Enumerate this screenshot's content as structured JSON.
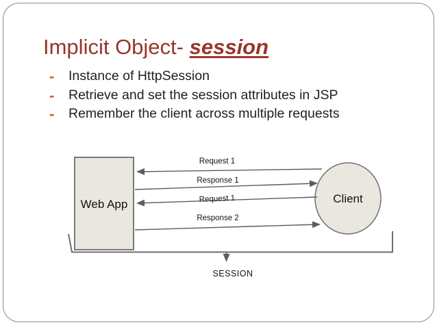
{
  "slide": {
    "title_prefix": "Implicit Object- ",
    "title_emphasis": "session",
    "bullet_marker": "-",
    "bullets": [
      "Instance of HttpSession",
      "Retrieve and set the session attributes in JSP",
      "Remember the client across multiple requests"
    ]
  },
  "diagram": {
    "web_app_label": "Web App",
    "client_label": "Client",
    "arrow_labels": [
      "Request 1",
      "Response 1",
      "Request 1",
      "Response 2"
    ],
    "session_label": "SESSION"
  },
  "colors": {
    "title_text": "#97352b",
    "bullet_dash": "#e0532c",
    "body_text": "#1f1f1f",
    "shape_fill": "#eae7e0",
    "shape_border": "#7b7b75",
    "arrow_line": "#5d5d5d",
    "bracket": "#6e6e6e"
  }
}
